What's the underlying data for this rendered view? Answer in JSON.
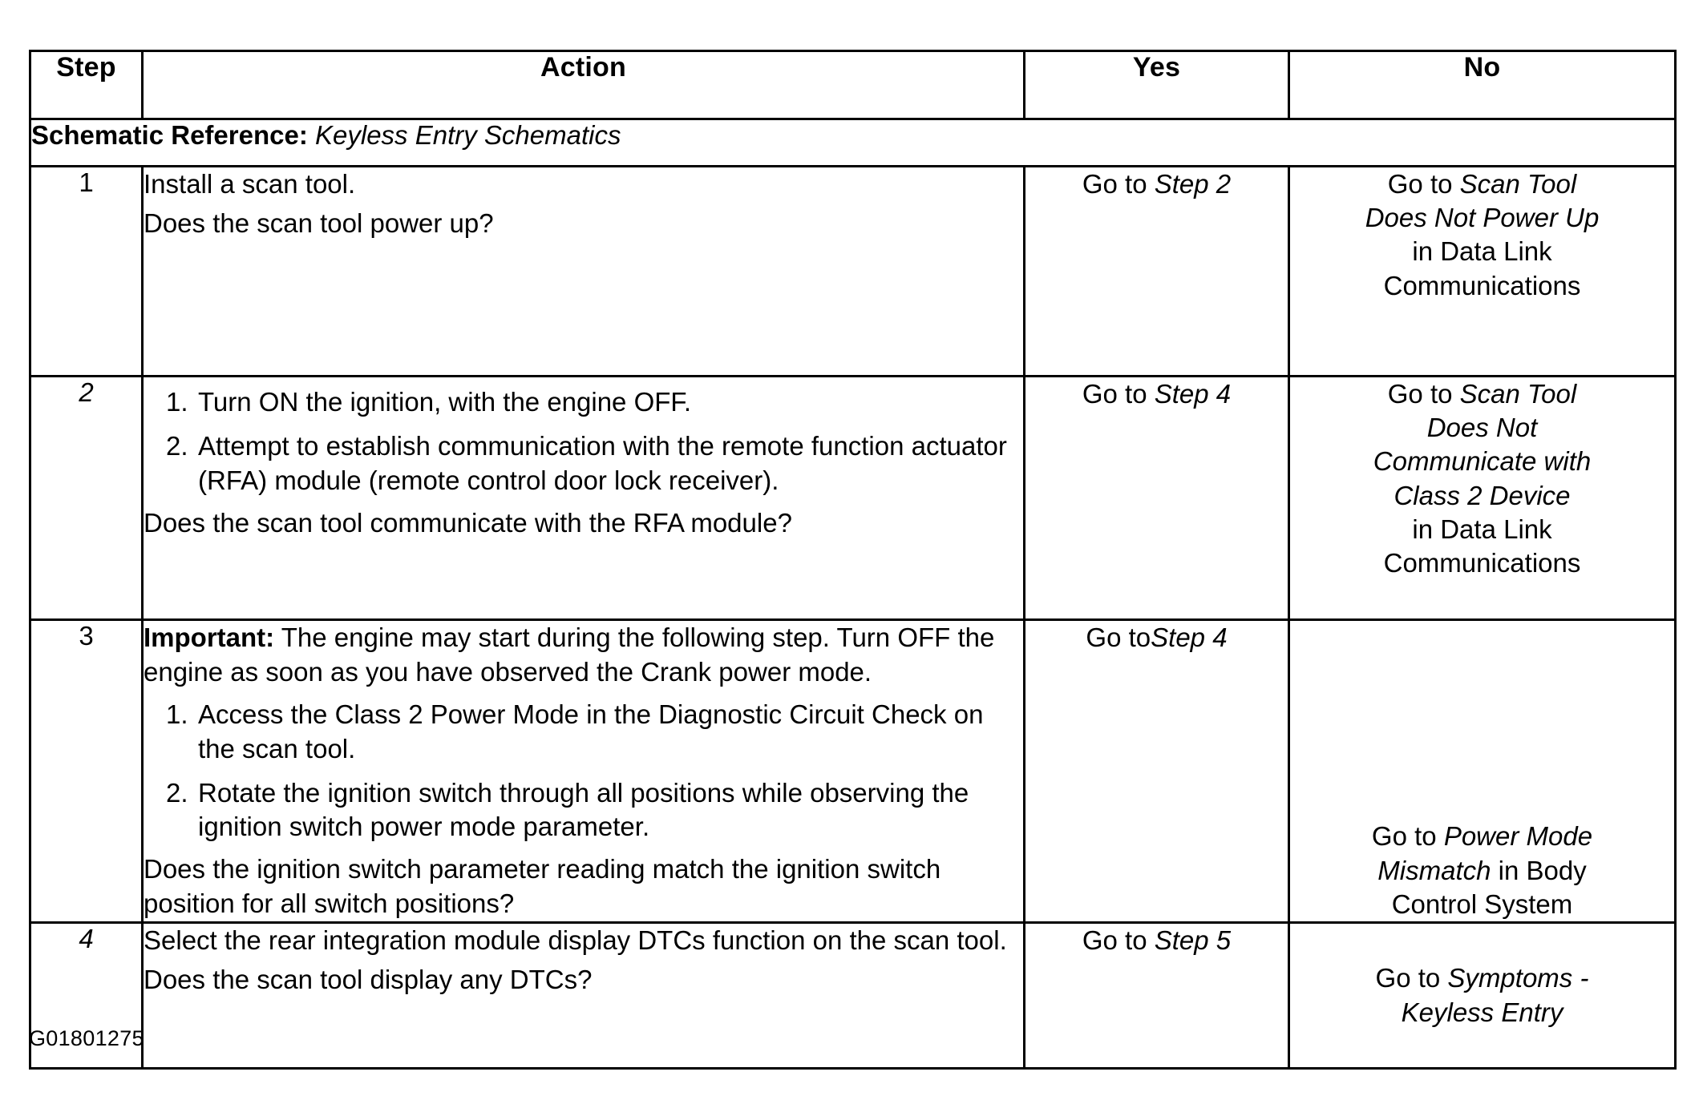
{
  "figure_id": "G01801275",
  "table": {
    "headers": {
      "step": "Step",
      "action": "Action",
      "yes": "Yes",
      "no": "No"
    },
    "schematic_reference": {
      "label": "Schematic Reference:",
      "value": "Keyless Entry Schematics"
    },
    "rows": [
      {
        "step": "1",
        "action": {
          "paragraphs_before": [
            "Install a scan tool.",
            "Does the scan tool power up?"
          ],
          "list": [],
          "paragraphs_after": []
        },
        "yes": {
          "lines": [
            {
              "prefix": "Go to ",
              "italic": "Step 2",
              "suffix": ""
            }
          ]
        },
        "no": {
          "lines": [
            {
              "prefix": "Go to ",
              "italic": "Scan Tool",
              "suffix": ""
            },
            {
              "prefix": "",
              "italic": "Does Not Power Up",
              "suffix": ""
            },
            {
              "prefix": "in Data Link",
              "italic": "",
              "suffix": ""
            },
            {
              "prefix": "Communications",
              "italic": "",
              "suffix": ""
            }
          ]
        }
      },
      {
        "step": "2",
        "action": {
          "paragraphs_before": [],
          "list": [
            "Turn ON the ignition, with the engine OFF.",
            "Attempt to establish communication with the remote function actuator (RFA) module (remote control door lock receiver)."
          ],
          "paragraphs_after": [
            "Does the scan tool communicate with the RFA module?"
          ]
        },
        "yes": {
          "lines": [
            {
              "prefix": "Go to ",
              "italic": "Step 4",
              "suffix": ""
            }
          ]
        },
        "no": {
          "lines": [
            {
              "prefix": "Go to ",
              "italic": "Scan Tool",
              "suffix": ""
            },
            {
              "prefix": "",
              "italic": "Does Not",
              "suffix": ""
            },
            {
              "prefix": "",
              "italic": "Communicate with",
              "suffix": ""
            },
            {
              "prefix": "",
              "italic": "Class 2 Device",
              "suffix": ""
            },
            {
              "prefix": "in Data Link",
              "italic": "",
              "suffix": ""
            },
            {
              "prefix": "Communications",
              "italic": "",
              "suffix": ""
            }
          ]
        }
      },
      {
        "step": "3",
        "action": {
          "important_label": "Important:",
          "important_text": " The engine may start during the following step. Turn OFF the engine as soon as you have observed the Crank power mode.",
          "paragraphs_before": [],
          "list": [
            "Access the Class 2 Power Mode in the Diagnostic Circuit Check on the scan tool.",
            "Rotate the ignition switch through all positions while observing the ignition switch power mode parameter."
          ],
          "paragraphs_after": [
            "Does the ignition switch parameter reading match the ignition switch position for all switch positions?"
          ]
        },
        "yes": {
          "lines": [
            {
              "prefix": "Go to",
              "italic": "Step 4",
              "suffix": ""
            }
          ]
        },
        "no": {
          "lines": [
            {
              "prefix": "Go to ",
              "italic": "Power Mode",
              "suffix": ""
            },
            {
              "prefix": "",
              "italic": "Mismatch",
              "suffix": " in Body"
            },
            {
              "prefix": "Control System",
              "italic": "",
              "suffix": ""
            }
          ]
        }
      },
      {
        "step": "4",
        "action": {
          "paragraphs_before": [
            "Select the rear integration module display DTCs function on the scan tool.",
            "Does the scan tool display any DTCs?"
          ],
          "list": [],
          "paragraphs_after": []
        },
        "yes": {
          "lines": [
            {
              "prefix": "Go to ",
              "italic": "Step 5",
              "suffix": ""
            }
          ]
        },
        "no": {
          "lines": [
            {
              "prefix": "Go to ",
              "italic": "Symptoms -",
              "suffix": ""
            },
            {
              "prefix": "",
              "italic": "Keyless Entry",
              "suffix": ""
            }
          ]
        }
      }
    ]
  }
}
